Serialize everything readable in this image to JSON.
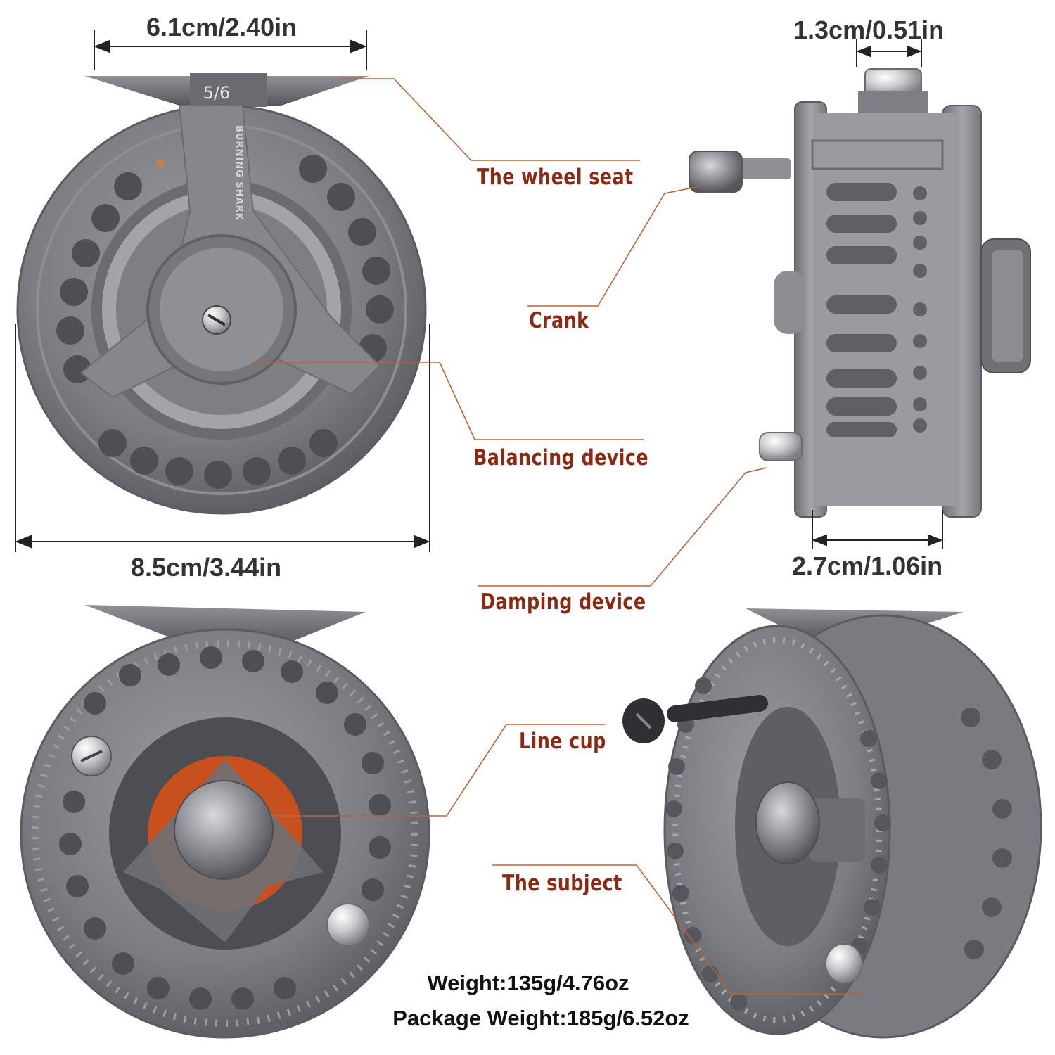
{
  "dimensions": {
    "seat_width": "6.1cm/2.40in",
    "reel_diameter": "8.5cm/3.44in",
    "foot_width": "1.3cm/0.51in",
    "spool_width": "2.7cm/1.06in"
  },
  "callouts": {
    "wheel_seat": "The wheel seat",
    "crank": "Crank",
    "balancing_device": "Balancing device",
    "damping_device": "Damping device",
    "line_cup": "Line cup",
    "subject": "The subject"
  },
  "reel_marks": {
    "line_weight": "5/6",
    "brand": "BURNING SHARK"
  },
  "specs": {
    "weight": "Weight:135g/4.76oz",
    "package_weight": "Package Weight:185g/6.52oz"
  },
  "colors": {
    "reel_body": "#7d7f84",
    "callout_text": "#8a2a14",
    "leader_line": "#b9623a",
    "line_cup_accent": "#c8501e"
  }
}
